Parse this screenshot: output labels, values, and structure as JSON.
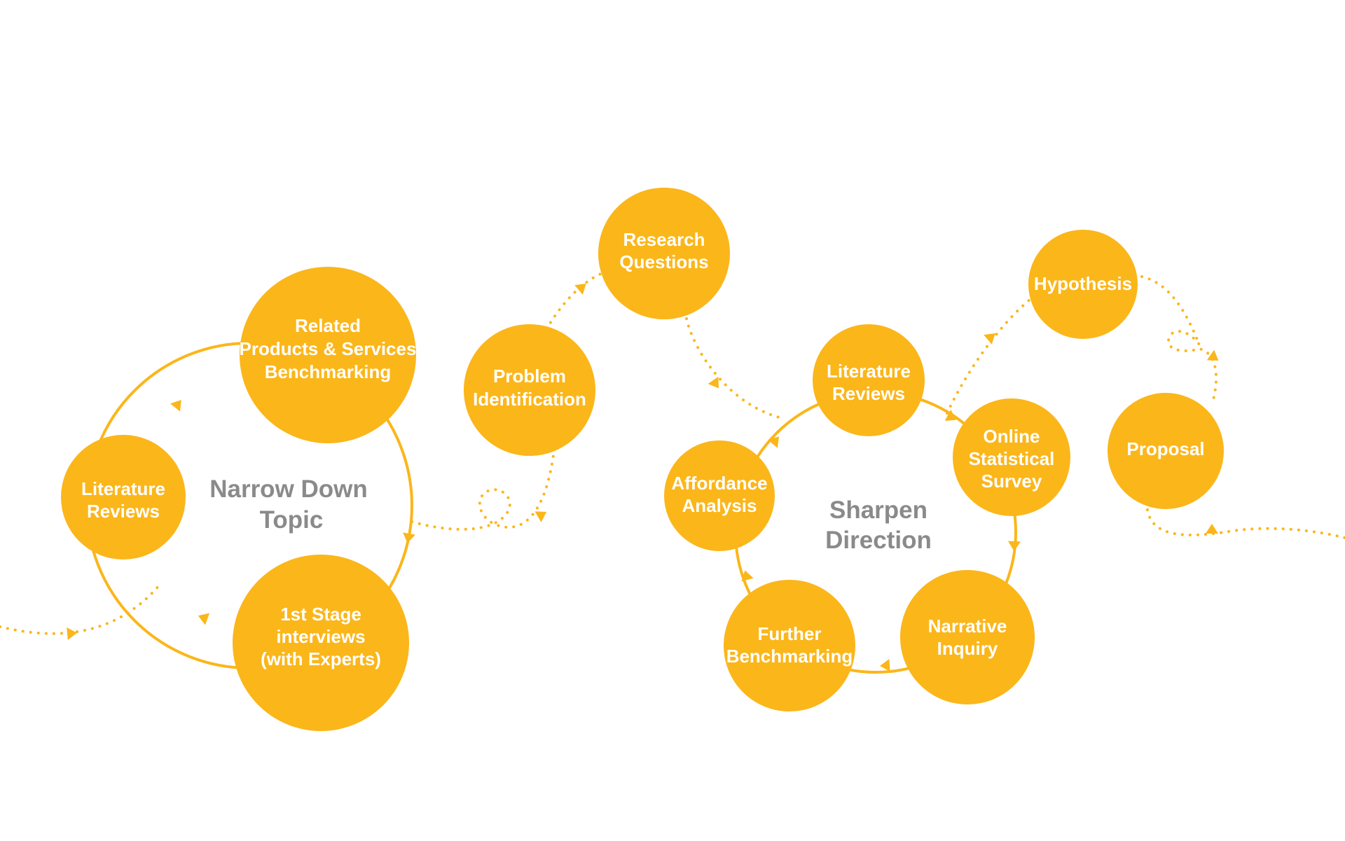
{
  "colors": {
    "node_fill": "#FBB61A",
    "connector": "#FBB61A",
    "node_text": "#FFFFFF",
    "group_text": "#8A8A8A",
    "background": "#FFFFFF"
  },
  "groups": {
    "narrow_down": {
      "line1": "Narrow Down",
      "line2": "Topic"
    },
    "sharpen": {
      "line1": "Sharpen",
      "line2": "Direction"
    }
  },
  "nodes": {
    "literature_reviews_left": {
      "lines": [
        "Literature",
        "Reviews"
      ]
    },
    "related_products": {
      "lines": [
        "Related",
        "Products & Services",
        "Benchmarking"
      ]
    },
    "first_stage_interviews": {
      "lines": [
        "1st Stage",
        "interviews",
        "(with Experts)"
      ]
    },
    "problem_identification": {
      "lines": [
        "Problem",
        "Identification"
      ]
    },
    "research_questions": {
      "lines": [
        "Research",
        "Questions"
      ]
    },
    "literature_reviews_right": {
      "lines": [
        "Literature",
        "Reviews"
      ]
    },
    "online_statistical_survey": {
      "lines": [
        "Online",
        "Statistical",
        "Survey"
      ]
    },
    "narrative_inquiry": {
      "lines": [
        "Narrative",
        "Inquiry"
      ]
    },
    "further_benchmarking": {
      "lines": [
        "Further",
        "Benchmarking"
      ]
    },
    "affordance_analysis": {
      "lines": [
        "Affordance",
        "Analysis"
      ]
    },
    "hypothesis": {
      "lines": [
        "Hypothesis"
      ]
    },
    "proposal": {
      "lines": [
        "Proposal"
      ]
    }
  }
}
